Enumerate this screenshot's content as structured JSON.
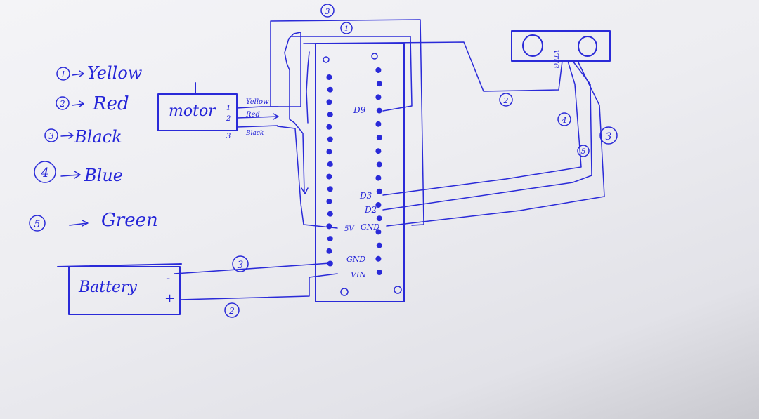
{
  "legend": [
    {
      "num": "1",
      "color": "Yellow"
    },
    {
      "num": "2",
      "color": "Red"
    },
    {
      "num": "3",
      "color": "Black"
    },
    {
      "num": "4",
      "color": "Blue"
    },
    {
      "num": "5",
      "color": "Green"
    }
  ],
  "motor": {
    "label": "motor",
    "pin_a": "1",
    "pin_b": "2",
    "pin_c": "3",
    "wire_yellow": "Yellow",
    "wire_red": "Red",
    "wire_black": "Black"
  },
  "board": {
    "pin_d9": "D9",
    "pin_d3": "D3",
    "pin_d2": "D2",
    "pin_5v": "5V",
    "pin_gnd_right": "GND",
    "pin_gnd_left": "GND",
    "pin_vin": "VIN"
  },
  "battery": {
    "label": "Battery",
    "minus": "-",
    "plus": "+"
  },
  "wire_tags": {
    "top_black": "3",
    "top_yellow": "1",
    "sensor_red": "2",
    "sensor_blue": "4",
    "sensor_green": "5",
    "sensor_black": "3",
    "batt_black": "3",
    "batt_red": "2"
  },
  "colors": {
    "ink": "#2a2ad8",
    "paper": "#f1f1f4"
  }
}
